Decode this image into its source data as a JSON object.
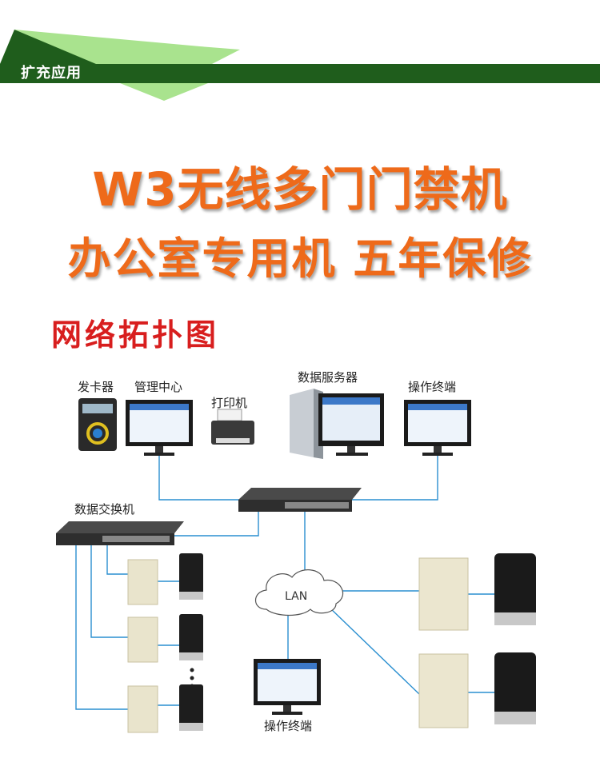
{
  "banner": {
    "label": "扩充应用",
    "dark_green": "#1f5d1c",
    "light_green": "#a9e38e"
  },
  "headline": {
    "line1": "W3无线多门门禁机",
    "line2": "办公室专用机 五年保修",
    "color": "#ee6a1a"
  },
  "section": {
    "title": "网络拓扑图",
    "color": "#d81e1e"
  },
  "diagram": {
    "labels": {
      "card_issuer": "发卡器",
      "management_center": "管理中心",
      "printer": "打印机",
      "data_server": "数据服务器",
      "operator_terminal_top": "操作终端",
      "data_switch": "数据交换机",
      "lan": "LAN",
      "operator_terminal_bottom": "操作终端"
    },
    "line_color": "#2a8fd0"
  }
}
